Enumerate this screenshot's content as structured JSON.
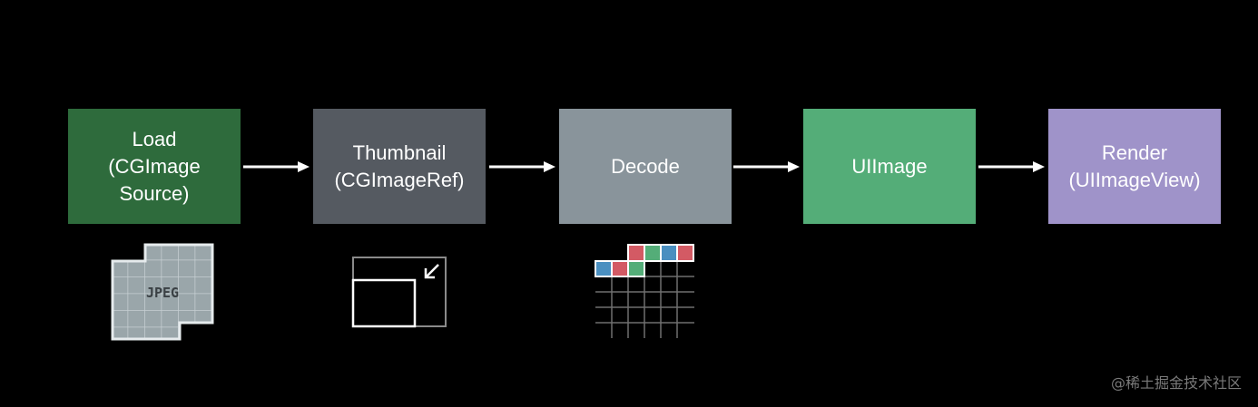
{
  "pipeline": {
    "steps": [
      {
        "label": "Load\n(CGImage\nSource)",
        "color": "#2e6b3c"
      },
      {
        "label": "Thumbnail\n(CGImageRef)",
        "color": "#555a61"
      },
      {
        "label": "Decode",
        "color": "#89949b"
      },
      {
        "label": "UIImage",
        "color": "#54ad78"
      },
      {
        "label": "Render\n(UIImageView)",
        "color": "#9f93c9"
      }
    ]
  },
  "icons": {
    "jpeg_label": "JPEG",
    "jpeg_icon": "jpeg-file-grid",
    "thumbnail_icon": "thumbnail-shrink",
    "decode_icon": "decoded-pixel-grid",
    "pixel_colors": [
      "#4a8fc0",
      "#d35a64",
      "#54ad78"
    ]
  },
  "watermark": "@稀土掘金技术社区"
}
